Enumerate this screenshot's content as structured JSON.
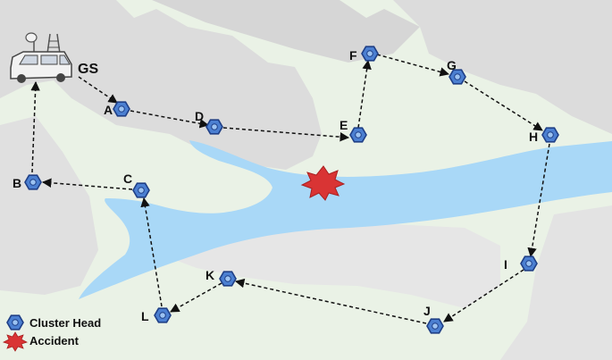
{
  "diagram": {
    "ground_station": {
      "label": "GS"
    },
    "nodes": [
      {
        "id": "A",
        "label": "A"
      },
      {
        "id": "B",
        "label": "B"
      },
      {
        "id": "C",
        "label": "C"
      },
      {
        "id": "D",
        "label": "D"
      },
      {
        "id": "E",
        "label": "E"
      },
      {
        "id": "F",
        "label": "F"
      },
      {
        "id": "G",
        "label": "G"
      },
      {
        "id": "H",
        "label": "H"
      },
      {
        "id": "I",
        "label": "I"
      },
      {
        "id": "J",
        "label": "J"
      },
      {
        "id": "K",
        "label": "K"
      },
      {
        "id": "L",
        "label": "L"
      }
    ],
    "route": [
      "GS",
      "A",
      "D",
      "E",
      "F",
      "G",
      "H",
      "I",
      "J",
      "K",
      "L",
      "C",
      "B",
      "GS"
    ],
    "legend": {
      "cluster_head": "Cluster Head",
      "accident": "Accident"
    },
    "colors": {
      "land": "#eaf2e6",
      "cloud": "#dcdcdc",
      "water": "#a9d8f7",
      "node_fill": "#4b7fd1",
      "node_stroke": "#1f3f86",
      "accident": "#d93434"
    }
  }
}
